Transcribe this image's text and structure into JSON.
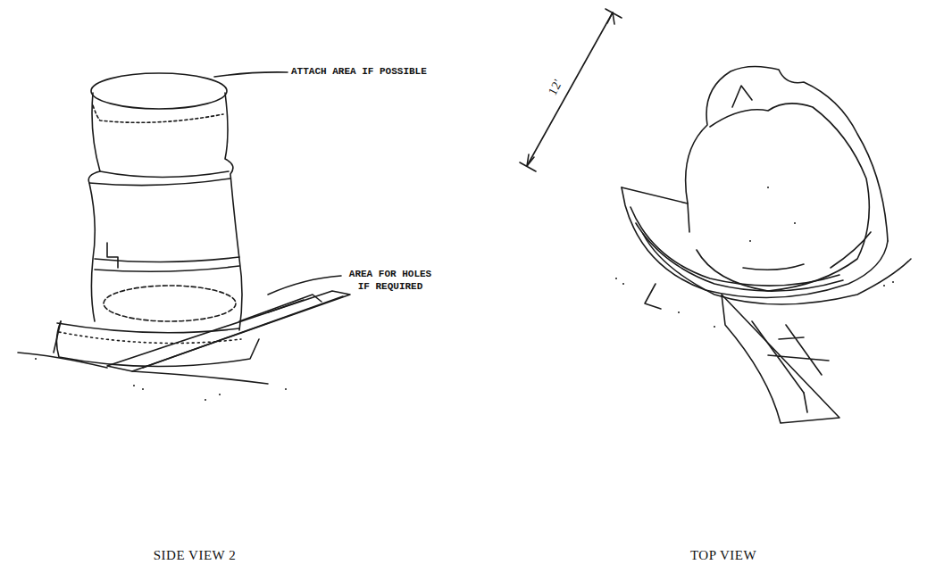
{
  "diagram": {
    "labels": [
      "ATTACH AREA IF POSSIBLE",
      "AREA FOR HOLES IF REQUIRED",
      "12'",
      "SIDE VIEW 2",
      "TOP VIEW"
    ]
  }
}
